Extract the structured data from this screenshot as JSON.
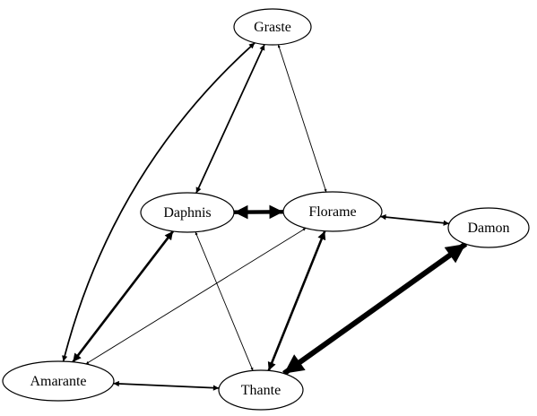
{
  "diagram": {
    "type": "graph",
    "directed": true,
    "nodes": [
      {
        "id": "graste",
        "label": "Graste"
      },
      {
        "id": "daphnis",
        "label": "Daphnis"
      },
      {
        "id": "florame",
        "label": "Florame"
      },
      {
        "id": "damon",
        "label": "Damon"
      },
      {
        "id": "amarante",
        "label": "Amarante"
      },
      {
        "id": "thante",
        "label": "Thante"
      }
    ],
    "edges": [
      {
        "from": "graste",
        "to": "amarante",
        "bidirectional": true,
        "weight": 2
      },
      {
        "from": "graste",
        "to": "daphnis",
        "bidirectional": true,
        "weight": 2
      },
      {
        "from": "graste",
        "to": "florame",
        "bidirectional": true,
        "weight": 1
      },
      {
        "from": "daphnis",
        "to": "florame",
        "bidirectional": true,
        "weight": 5
      },
      {
        "from": "daphnis",
        "to": "amarante",
        "bidirectional": true,
        "weight": 3
      },
      {
        "from": "daphnis",
        "to": "thante",
        "bidirectional": true,
        "weight": 1
      },
      {
        "from": "florame",
        "to": "damon",
        "bidirectional": true,
        "weight": 2
      },
      {
        "from": "florame",
        "to": "amarante",
        "bidirectional": true,
        "weight": 1
      },
      {
        "from": "florame",
        "to": "thante",
        "bidirectional": true,
        "weight": 3
      },
      {
        "from": "damon",
        "to": "thante",
        "bidirectional": true,
        "weight": 7
      },
      {
        "from": "amarante",
        "to": "thante",
        "bidirectional": true,
        "weight": 2
      }
    ]
  }
}
